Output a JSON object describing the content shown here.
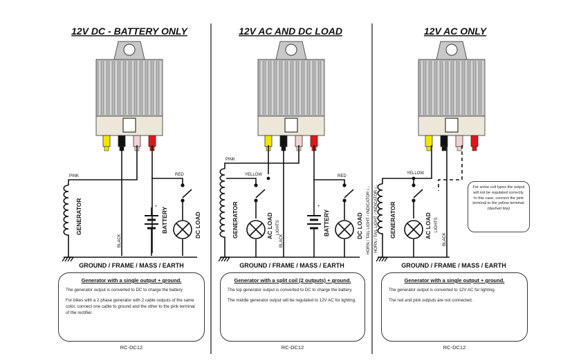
{
  "panels": [
    {
      "title": "12V DC - BATTERY ONLY",
      "labels": {
        "pink": "PINK",
        "red": "RED",
        "black": "BLACK",
        "generator": "GENERATOR",
        "battery": "BATTERY",
        "dc_load": "DC LOAD"
      },
      "ground": "GROUND / FRAME / MASS / EARTH",
      "box": {
        "heading": "Generator with a single output + ground.",
        "paragraphs": [
          "The generator output is converted to DC to charge the battery.",
          "For bikes with a 2 phase generator with 2 cable outputs of the same color, connect one cable to ground and the other to the pink terminal of the rectifier."
        ]
      },
      "code": "RC-DC12"
    },
    {
      "title": "12V AC AND DC LOAD",
      "labels": {
        "pink": "PINK",
        "yellow": "YELLOW",
        "red": "RED",
        "black": "BLACK",
        "generator": "GENERATOR",
        "ac_load": "AC LOAD",
        "lights": "LIGHTS",
        "battery": "BATTERY",
        "dc_load": "DC LOAD",
        "horn": "HORN / TAIL LIGHT / INDICATOR /..."
      },
      "ground": "GROUND / FRAME / MASS / EARTH",
      "box": {
        "heading": "Generator with a split coil (2 outputs) + ground.",
        "paragraphs": [
          "The top generator output is converted to DC to charge the battery.",
          "The middle generator output will be regulated to 12V AC for lighting."
        ]
      },
      "code": "RC-DC12"
    },
    {
      "title": "12V AC ONLY",
      "labels": {
        "yellow": "YELLOW",
        "black": "BLACK",
        "generator": "GENERATOR",
        "ac_load": "AC LOAD",
        "lights": "LIGHTS",
        "horn": "HORN / TAIL LIGHT / INDICATOR /..."
      },
      "ground": "GROUND / FRAME / MASS / EARTH",
      "box": {
        "heading": "Generator with a single output + ground.",
        "paragraphs": [
          "The generator output is converted to 12V AC for lighting.",
          "The red and pink outputs are not connected."
        ]
      },
      "code": "RC-DC12"
    }
  ],
  "side_note": {
    "text": "For some coil types the output will not be regulated correctly. In this case, connect the pink terminal to the yellow terminal.",
    "dashed": "(dashed line)"
  },
  "colors": {
    "yellow": "#f2e600",
    "black": "#111111",
    "pink": "#f2d2d2",
    "red": "#e0161b",
    "heatsink": "#b9b9b9"
  }
}
